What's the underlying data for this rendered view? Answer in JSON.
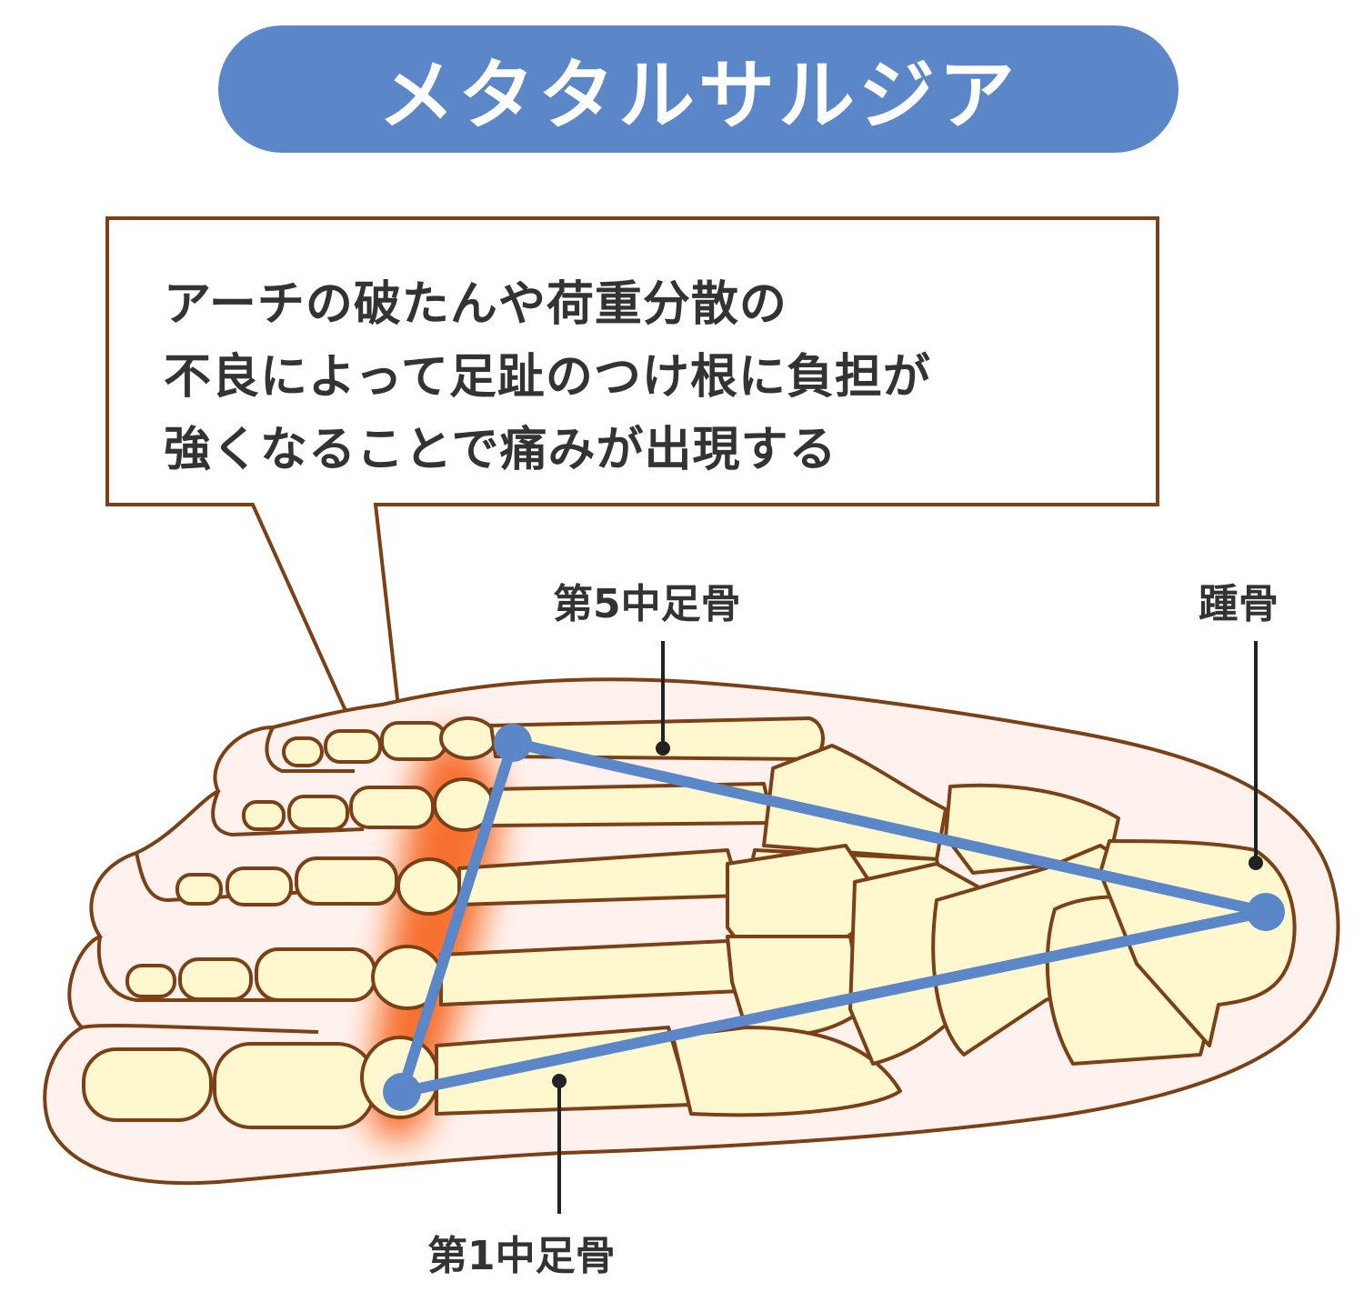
{
  "title": "メタタルサルジア",
  "callout": {
    "lines": [
      "アーチの破たんや荷重分散の",
      "不良によって足趾のつけ根に負担が",
      "強くなることで痛みが出現する"
    ]
  },
  "labels": {
    "fifth_metatarsal": "第5中足骨",
    "calcaneus": "踵骨",
    "first_metatarsal": "第1中足骨"
  },
  "colors": {
    "accent": "#5b86c8",
    "bone_fill": "#fff8cf",
    "bone_outline": "#7b4015",
    "skin_fill": "#fff2ee",
    "pain_highlight": "#f55a10",
    "triangle": "#5b86c8",
    "callout_border": "#7b4015"
  }
}
